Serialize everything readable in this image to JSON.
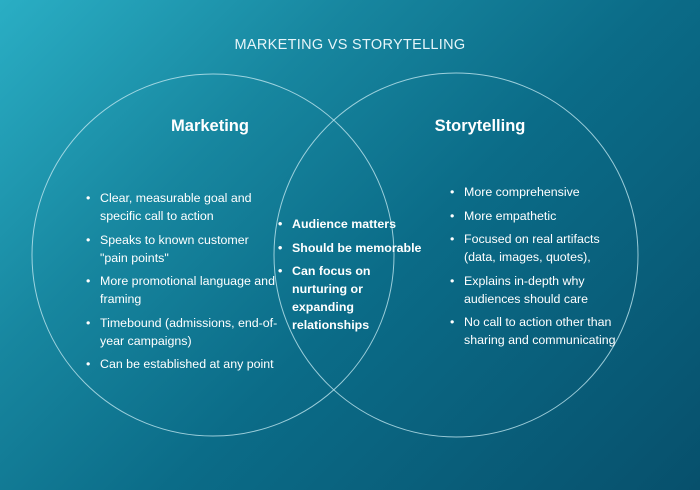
{
  "title": "MARKETING VS STORYTELLING",
  "colors": {
    "background_start": "#2aaec4",
    "background_end": "#07506c",
    "circle_stroke": "#bfe6ef",
    "text": "#ffffff"
  },
  "bullet_glyph": "•",
  "left": {
    "heading": "Marketing",
    "items": [
      "Clear, measurable goal and specific call to action",
      "Speaks to known customer \"pain points\"",
      "More promotional language and framing",
      "Timebound (admissions, end-of-year campaigns)",
      "Can be established at any point"
    ]
  },
  "overlap": {
    "items": [
      "Audience matters",
      "Should be memorable",
      "Can focus on nurturing or expanding relationships"
    ]
  },
  "right": {
    "heading": "Storytelling",
    "items": [
      "More comprehensive",
      "More empathetic",
      "Focused on real artifacts (data, images, quotes),",
      "Explains in-depth why audiences should care",
      "No call to action other than sharing and communicating"
    ]
  }
}
